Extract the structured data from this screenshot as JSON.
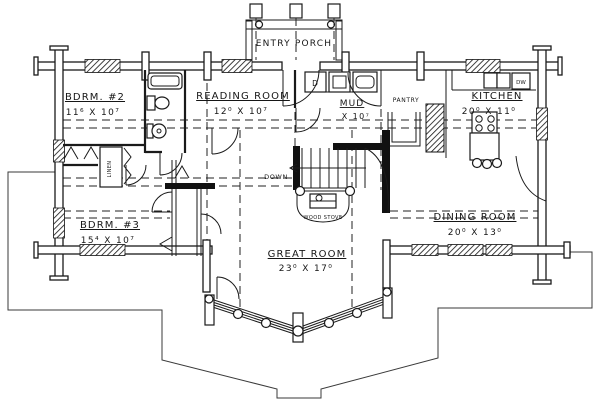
{
  "plan": {
    "rooms": {
      "bdrm2": {
        "name": "BDRM. #2",
        "dims": "11⁶ X 10⁷"
      },
      "reading": {
        "name": "READING ROOM",
        "dims": "12⁰ X 10⁷"
      },
      "mud": {
        "name": "MUD",
        "dims": "X 10⁷"
      },
      "kitchen": {
        "name": "KITCHEN",
        "dims": "20⁰ X 11⁰"
      },
      "bdrm3": {
        "name": "BDRM. #3",
        "dims": "15⁴ X 10⁷"
      },
      "great": {
        "name": "GREAT ROOM",
        "dims": "23⁰ X 17⁰"
      },
      "dining": {
        "name": "DINING ROOM",
        "dims": "20⁰ X 13⁰"
      }
    },
    "labels": {
      "entry_porch": "ENTRY PORCH",
      "pantry": "PANTRY",
      "down": "DOWN",
      "wood_stove": "WOOD STOVE",
      "linen": "LINEN",
      "dryer": "D",
      "dishwasher": "DW"
    },
    "colors": {
      "ink": "#1a1a1a",
      "paper": "#ffffff"
    }
  }
}
